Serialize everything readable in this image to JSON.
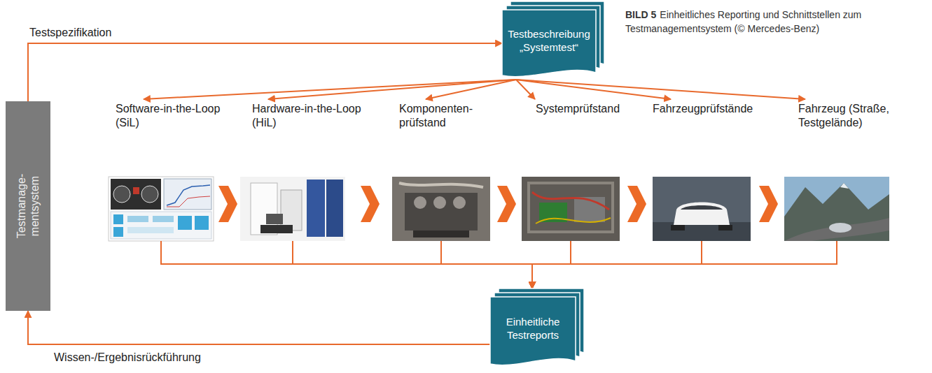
{
  "diagram": {
    "caption": "Einheitliches Reporting und Schnittstellen zum Testmanagementsystem (© Mercedes-Benz)",
    "nodes": [
      {
        "text": [
          "Testmanage- mentsystem"
        ]
      },
      {
        "text": [
          "Testbeschreibung „Systemtest“"
        ]
      },
      {
        "text": [
          "Software-in-the-Loop (SiL)"
        ]
      },
      {
        "text": [
          "Hardware-in-the-Loop (HiL)"
        ]
      },
      {
        "text": [
          "Komponenten- prüfstand"
        ]
      },
      {
        "text": [
          "Systemprüfstand"
        ]
      },
      {
        "text": [
          "Fahrzeugprüfstände"
        ]
      },
      {
        "text": [
          "Fahrzeug (Straße, Testgelände)"
        ]
      },
      {
        "text": [
          "Einheitliche Testreports"
        ]
      }
    ],
    "edges": [
      {
        "from": 0,
        "to": 1,
        "arrow": "to",
        "label": "Testspezifikation"
      },
      {
        "from": 1,
        "to": 2,
        "arrow": "to"
      },
      {
        "from": 1,
        "to": 3,
        "arrow": "to"
      },
      {
        "from": 1,
        "to": 4,
        "arrow": "to"
      },
      {
        "from": 1,
        "to": 5,
        "arrow": "to"
      },
      {
        "from": 1,
        "to": 6,
        "arrow": "to"
      },
      {
        "from": 1,
        "to": 7,
        "arrow": "to"
      },
      {
        "from": 2,
        "to": 8,
        "arrow": "to"
      },
      {
        "from": 3,
        "to": 8,
        "arrow": "to"
      },
      {
        "from": 4,
        "to": 8,
        "arrow": "to"
      },
      {
        "from": 5,
        "to": 8,
        "arrow": "to"
      },
      {
        "from": 6,
        "to": 8,
        "arrow": "to"
      },
      {
        "from": 7,
        "to": 8,
        "arrow": "to"
      },
      {
        "from": 8,
        "to": 0,
        "arrow": "to",
        "label": "Wissen-/Ergebnisrückführung"
      }
    ],
    "labels": [
      "BILD 5"
    ]
  }
}
